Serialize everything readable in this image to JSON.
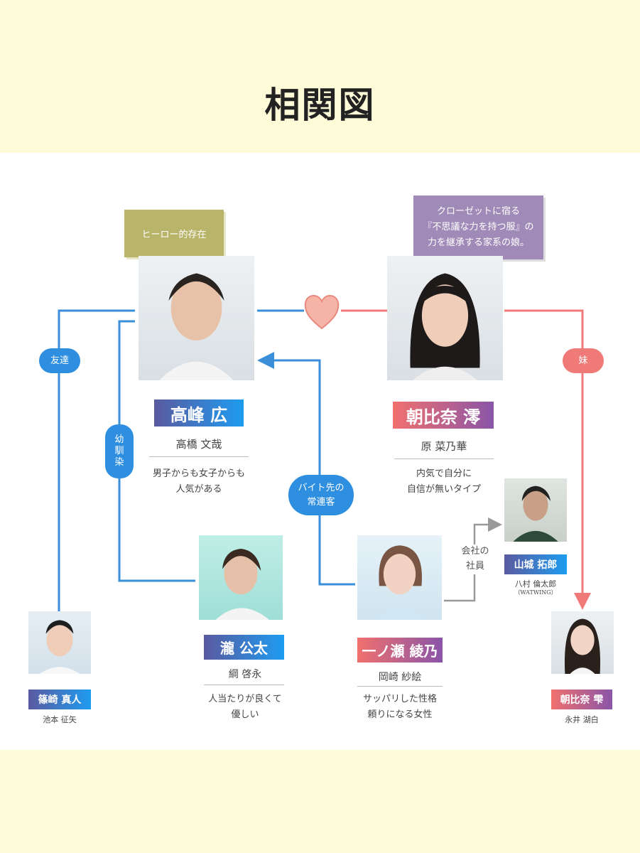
{
  "title": "相関図",
  "colors": {
    "band": "#fefbd8",
    "friend_line": "#3a8fd8",
    "family_line": "#ef7a78",
    "work_line": "#999999"
  },
  "hero_tag": "ヒーロー的存在",
  "heroine_tag": [
    "クローゼットに宿る",
    "『不思議な力を持つ服』の",
    "力を継承する家系の娘。"
  ],
  "relations": {
    "friend": "友達",
    "childhood": [
      "幼",
      "馴",
      "染"
    ],
    "customer": [
      "バイト先の",
      "常連客"
    ],
    "sister": "妹",
    "employee": [
      "会社の",
      "社員"
    ],
    "love": "heart-icon"
  },
  "characters": {
    "hero": {
      "name": "高峰 広",
      "actor": "高橋 文哉",
      "desc": [
        "男子からも女子からも",
        "人気がある"
      ]
    },
    "heroine": {
      "name": "朝比奈 澪",
      "actor": "原 菜乃華",
      "desc": [
        "内気で自分に",
        "自信が無いタイプ"
      ]
    },
    "kota": {
      "name": "瀧 公太",
      "actor": "綱 啓永",
      "desc": [
        "人当たりが良くて",
        "優しい"
      ]
    },
    "ayano": {
      "name": "一ノ瀬 綾乃",
      "actor": "岡崎 紗絵",
      "desc": [
        "サッパリした性格",
        "頼りになる女性"
      ]
    },
    "takuro": {
      "name": "山城 拓郎",
      "actor": "八村 倫太郎",
      "note": "（WATWING）"
    },
    "shizuku": {
      "name": "朝比奈 雫",
      "actor": "永井 湖白"
    },
    "makoto": {
      "name": "篠崎 真人",
      "actor": "池本 征矢"
    }
  }
}
